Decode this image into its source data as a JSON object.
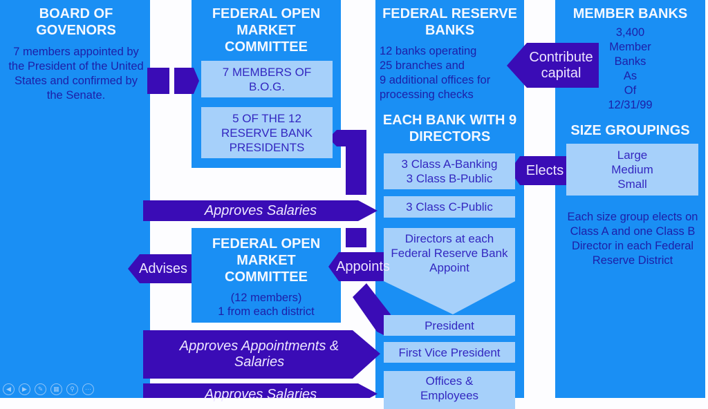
{
  "board": {
    "title": "BOARD OF GOVENORS",
    "desc": "7 members appointed by the President of the United States and confirmed by the Senate."
  },
  "fomc_top": {
    "title": "FEDERAL OPEN MARKET COMMITTEE",
    "box1": "7 MEMBERS OF B.O.G.",
    "box2": "5 OF THE 12 RESERVE BANK PRESIDENTS"
  },
  "fomc_bottom": {
    "title": "FEDERAL OPEN MARKET COMMITTEE",
    "sub1": "(12 members)",
    "sub2": "1 from each district"
  },
  "reserve_banks": {
    "title": "FEDERAL RESERVE BANKS",
    "desc": [
      "12 banks operating",
      "25 branches and",
      "9 additional offices for",
      "processing checks"
    ],
    "directors_title": "EACH BANK WITH 9 DIRECTORS",
    "class_ab": [
      "3 Class A-Banking",
      "3 Class B-Public"
    ],
    "class_c": "3 Class C-Public",
    "appoint": "Directors at each Federal Reserve Bank Appoint",
    "president": "President",
    "first_vp": "First Vice President",
    "offices": "Offices & Employees"
  },
  "member_banks": {
    "title": "MEMBER BANKS",
    "count_lines": [
      "3,400",
      "Member",
      "Banks",
      "As",
      "Of",
      "12/31/99"
    ],
    "size_title": "SIZE GROUPINGS",
    "sizes": [
      "Large",
      "Medium",
      "Small"
    ],
    "note": "Each size group elects on Class A and one Class B Director in each Federal Reserve District"
  },
  "arrows": {
    "approves_salaries_1": "Approves Salaries",
    "advises": "Advises",
    "appoints": "Appoints",
    "approves_appointments": "Approves Appointments & Salaries",
    "approves_salaries_2": "Approves Salaries",
    "contribute": "Contribute capital",
    "elects": "Elects"
  },
  "controls": [
    "previous",
    "next",
    "pen",
    "slides",
    "zoom",
    "more"
  ],
  "colors": {
    "column": "#1a8ff4",
    "light_box": "#a6d0fa",
    "purple": "#3a0cb6"
  }
}
